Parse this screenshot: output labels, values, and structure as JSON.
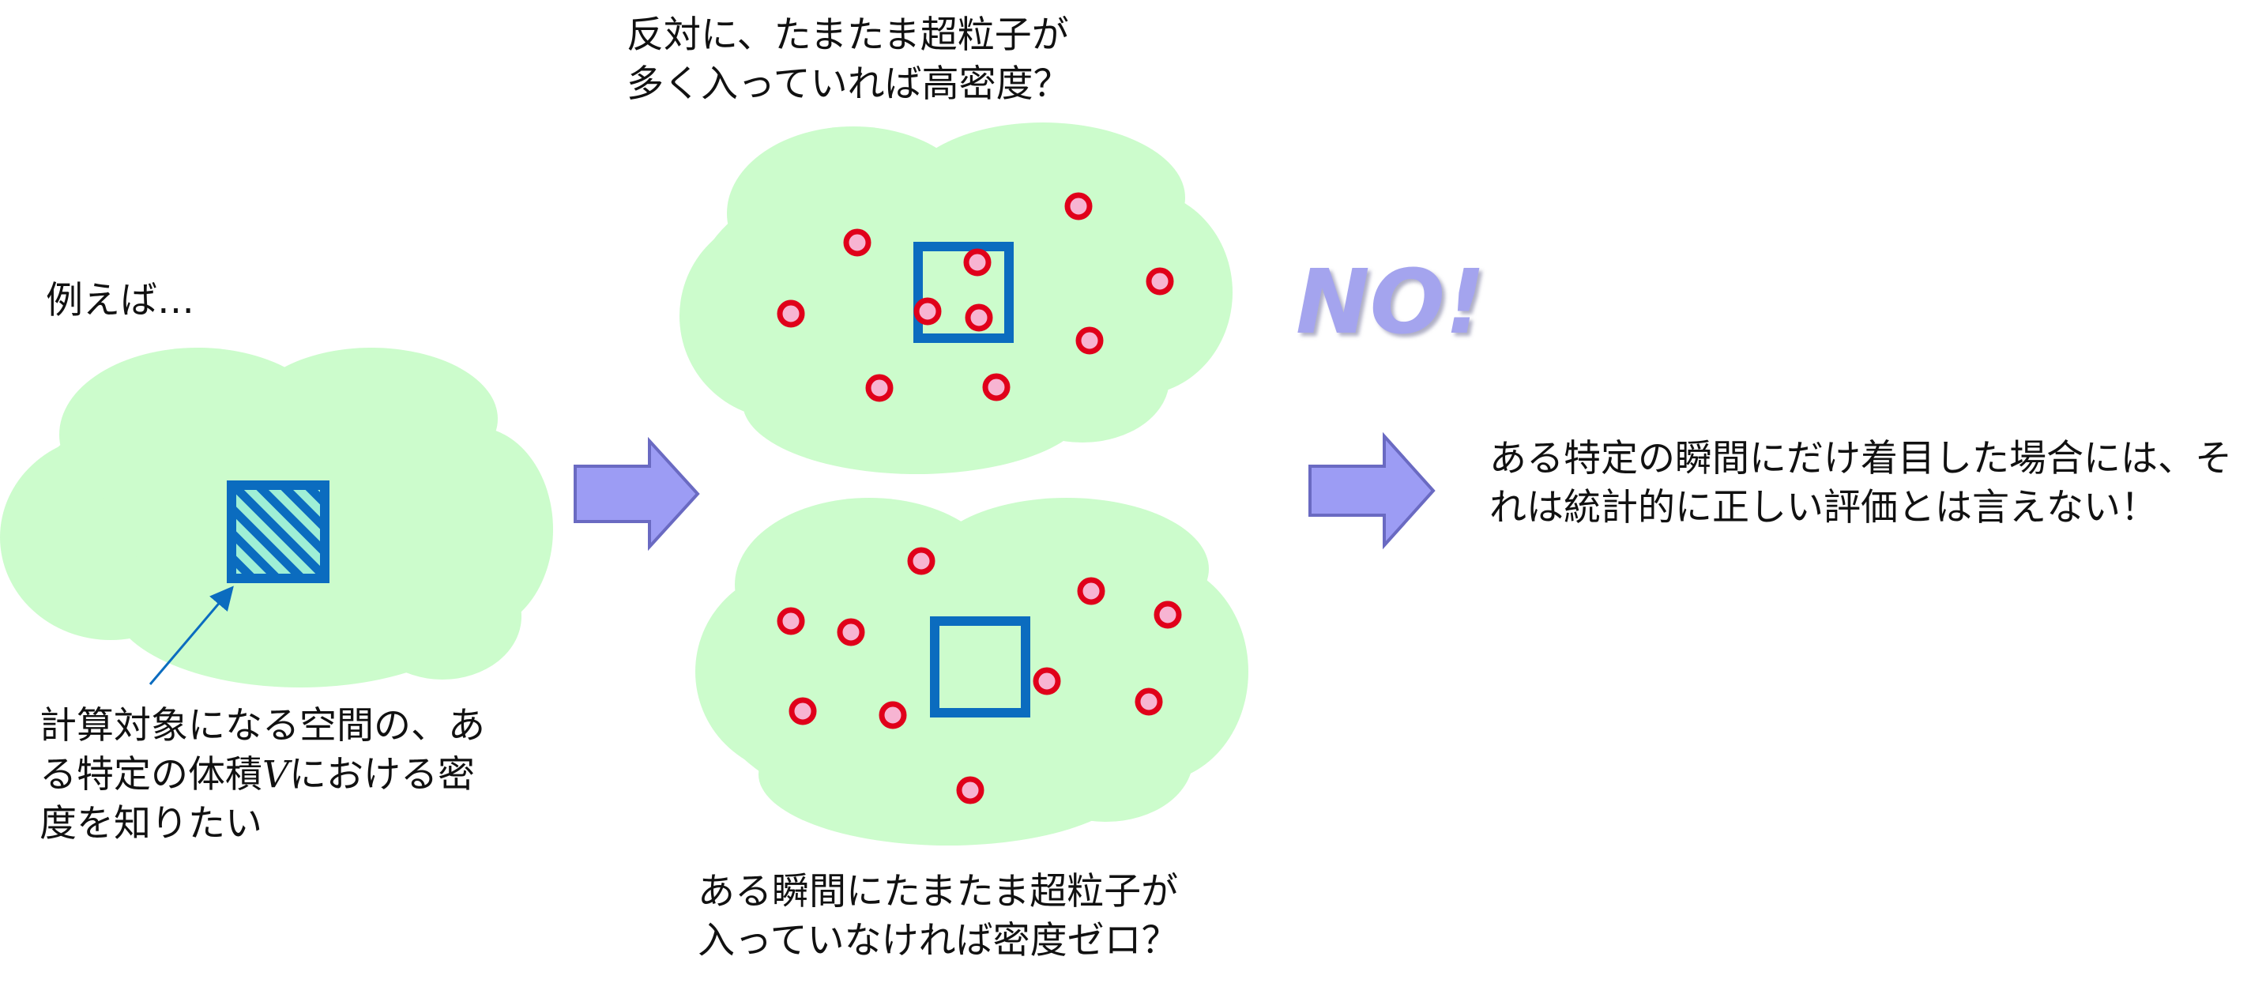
{
  "texts": {
    "intro": "例えば…",
    "volume_caption": {
      "line1": "計算対象になる空間の、あ",
      "line2_before": "る特定の体積",
      "line2_var": "V",
      "line2_after": "における密",
      "line3": "度を知りたい"
    },
    "high_density_question": {
      "line1": "反対に、たまたま超粒子が",
      "line2": "多く入っていれば高密度？"
    },
    "zero_density_question": {
      "line1": "ある瞬間にたまたま超粒子が",
      "line2": "入っていなければ密度ゼロ？"
    },
    "no_label": "NO!",
    "conclusion": {
      "line1": "ある特定の瞬間にだけ着目した場合には、そ",
      "line2": "れは統計的に正しい評価とは言えない！"
    }
  },
  "colors": {
    "cloud_fill": "#ccfccc",
    "box_stroke": "#0b6cbf",
    "hatch_stripe": "#9fefd6",
    "particle_ring": "#e0001a",
    "particle_center": "#f7b4d2",
    "arrow_fill": "#9c9cf4",
    "arrow_stroke": "#6a6ac2",
    "pointer_line": "#0b6cbf",
    "no_text": "#a4a4ee"
  },
  "icons": {
    "flow_arrow": "right-block-arrow-icon",
    "particle": "particle-ring-icon",
    "pointer": "pointer-arrow-icon"
  }
}
